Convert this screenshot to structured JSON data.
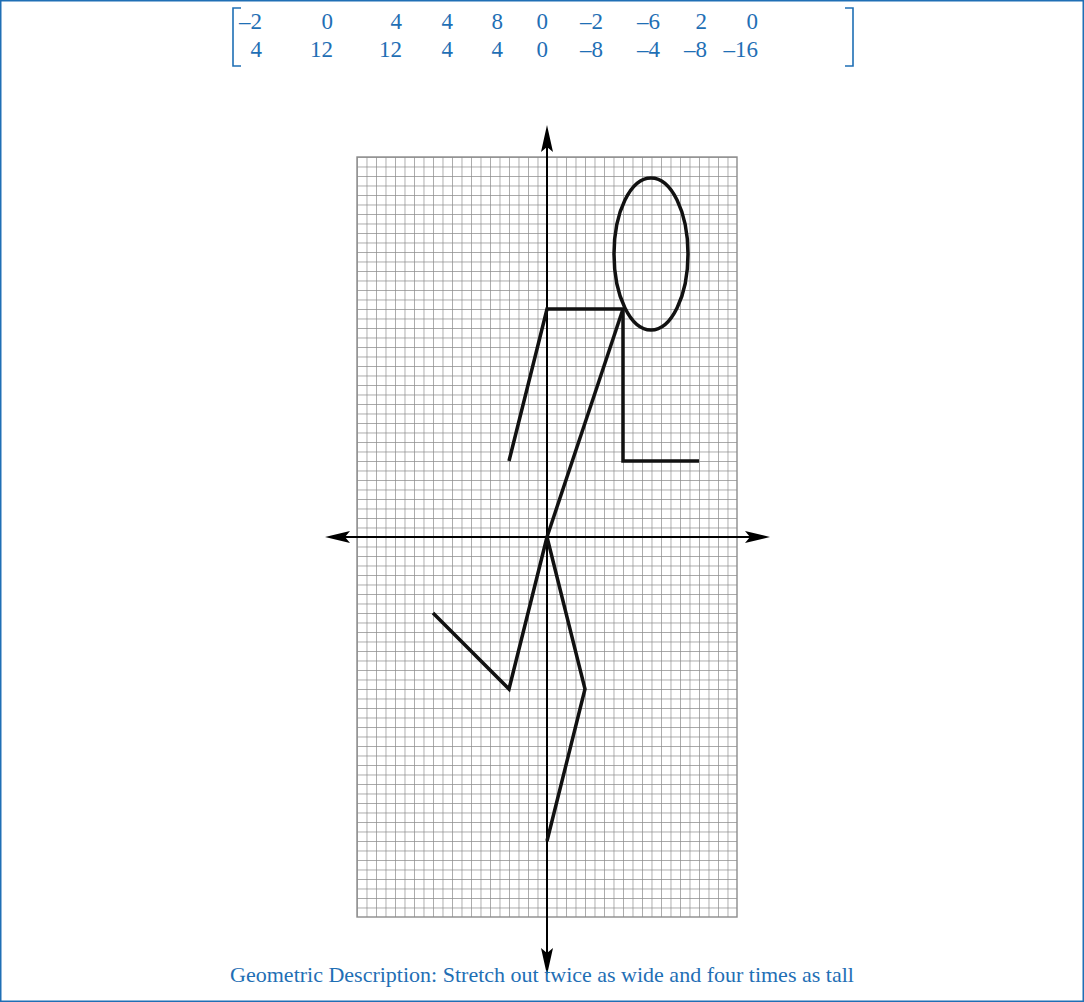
{
  "diagram": {
    "caption": "Geometric Description: Stretch out twice as wide and four times as tall",
    "labels": [
      "–2",
      "0",
      "4",
      "4",
      "8",
      "0",
      "–2",
      "–6",
      "2",
      "0",
      "4",
      "12",
      "12",
      "4",
      "4",
      "0",
      "–8",
      "–4",
      "–8",
      "–16"
    ]
  }
}
